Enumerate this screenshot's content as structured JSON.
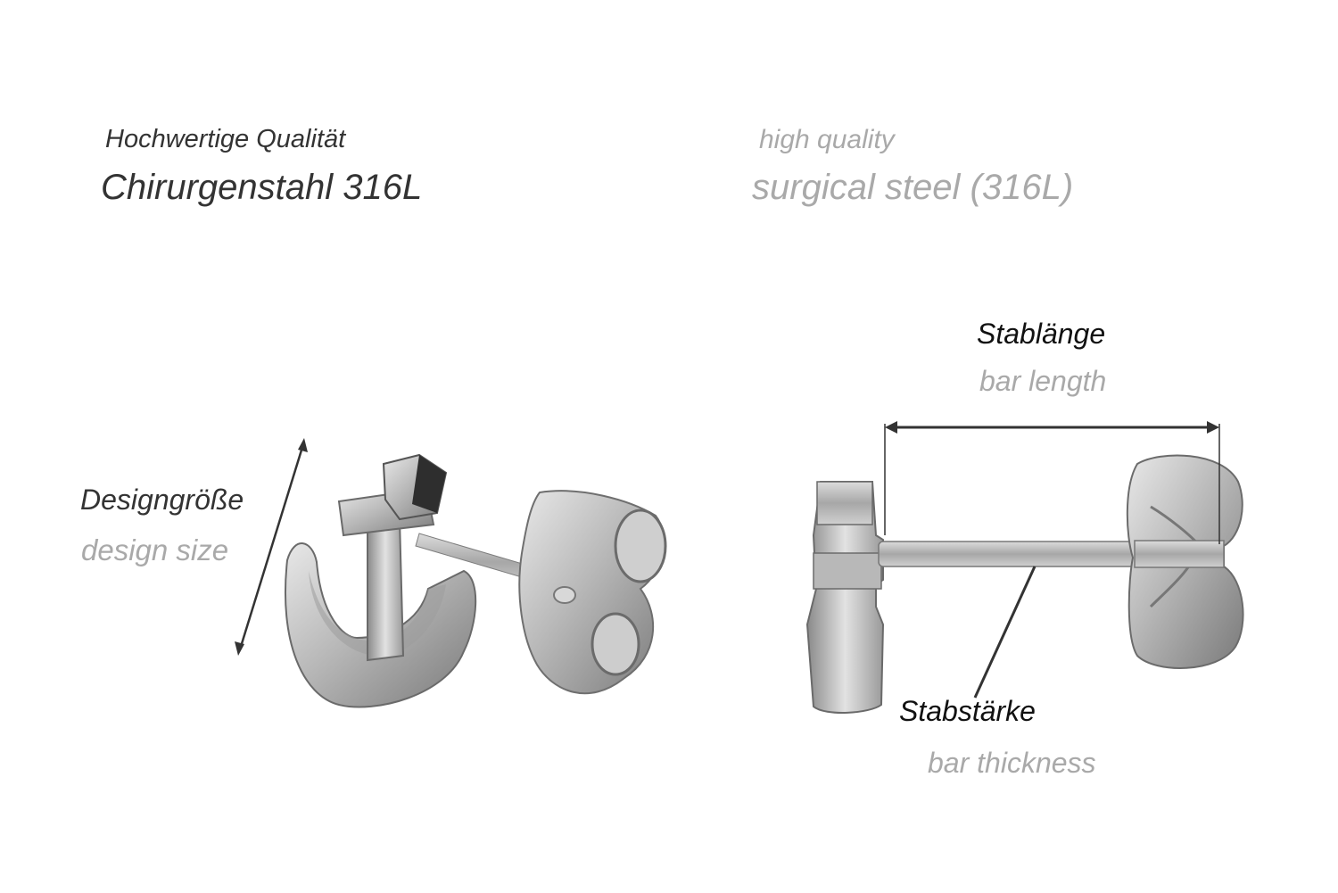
{
  "header": {
    "de_line1": "Hochwertige Qualität",
    "de_line2": "Chirurgenstahl 316L",
    "en_line1": "high quality",
    "en_line2": "surgical steel (316L)"
  },
  "labels": {
    "design_size_de": "Designgröße",
    "design_size_en": "design size",
    "bar_length_de": "Stablänge",
    "bar_length_en": "bar length",
    "bar_thickness_de": "Stabstärke",
    "bar_thickness_en": "bar thickness"
  },
  "colors": {
    "text_dark": "#333333",
    "text_gray": "#a9a9a9",
    "steel": "#bdbdbd",
    "line": "#333333"
  }
}
